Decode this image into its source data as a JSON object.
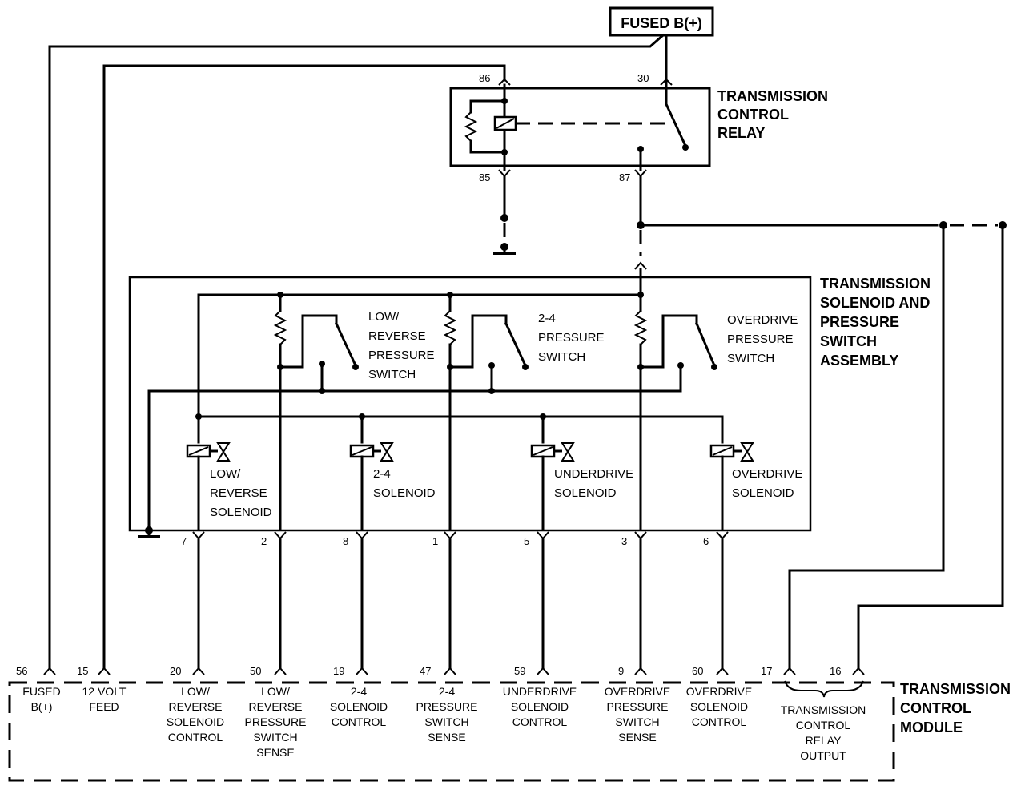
{
  "fused_b": "FUSED B(+)",
  "relay": {
    "title": [
      "TRANSMISSION",
      "CONTROL",
      "RELAY"
    ],
    "pins": {
      "p86": "86",
      "p30": "30",
      "p85": "85",
      "p87": "87"
    }
  },
  "assembly": {
    "title": [
      "TRANSMISSION",
      "SOLENOID AND",
      "PRESSURE",
      "SWITCH",
      "ASSEMBLY"
    ],
    "switches": {
      "lr": [
        "LOW/",
        "REVERSE",
        "PRESSURE",
        "SWITCH"
      ],
      "s24": [
        "2-4",
        "PRESSURE",
        "SWITCH"
      ],
      "od": [
        "OVERDRIVE",
        "PRESSURE",
        "SWITCH"
      ]
    },
    "solenoids": {
      "lr": [
        "LOW/",
        "REVERSE",
        "SOLENOID"
      ],
      "s24": [
        "2-4",
        "SOLENOID"
      ],
      "ud": [
        "UNDERDRIVE",
        "SOLENOID"
      ],
      "od": [
        "OVERDRIVE",
        "SOLENOID"
      ]
    },
    "pins": [
      "7",
      "2",
      "8",
      "1",
      "5",
      "3",
      "6"
    ]
  },
  "tcm": {
    "title": [
      "TRANSMISSION",
      "CONTROL",
      "MODULE"
    ],
    "pins": [
      "56",
      "15",
      "20",
      "50",
      "19",
      "47",
      "59",
      "9",
      "60",
      "17",
      "16"
    ],
    "labels": {
      "p56": [
        "FUSED",
        "B(+)"
      ],
      "p15": [
        "12 VOLT",
        "FEED"
      ],
      "p20": [
        "LOW/",
        "REVERSE",
        "SOLENOID",
        "CONTROL"
      ],
      "p50": [
        "LOW/",
        "REVERSE",
        "PRESSURE",
        "SWITCH",
        "SENSE"
      ],
      "p19": [
        "2-4",
        "SOLENOID",
        "CONTROL"
      ],
      "p47": [
        "2-4",
        "PRESSURE",
        "SWITCH",
        "SENSE"
      ],
      "p59": [
        "UNDERDRIVE",
        "SOLENOID",
        "CONTROL"
      ],
      "p9": [
        "OVERDRIVE",
        "PRESSURE",
        "SWITCH",
        "SENSE"
      ],
      "p60": [
        "OVERDRIVE",
        "SOLENOID",
        "CONTROL"
      ],
      "relay_out": [
        "TRANSMISSION",
        "CONTROL",
        "RELAY",
        "OUTPUT"
      ]
    }
  }
}
